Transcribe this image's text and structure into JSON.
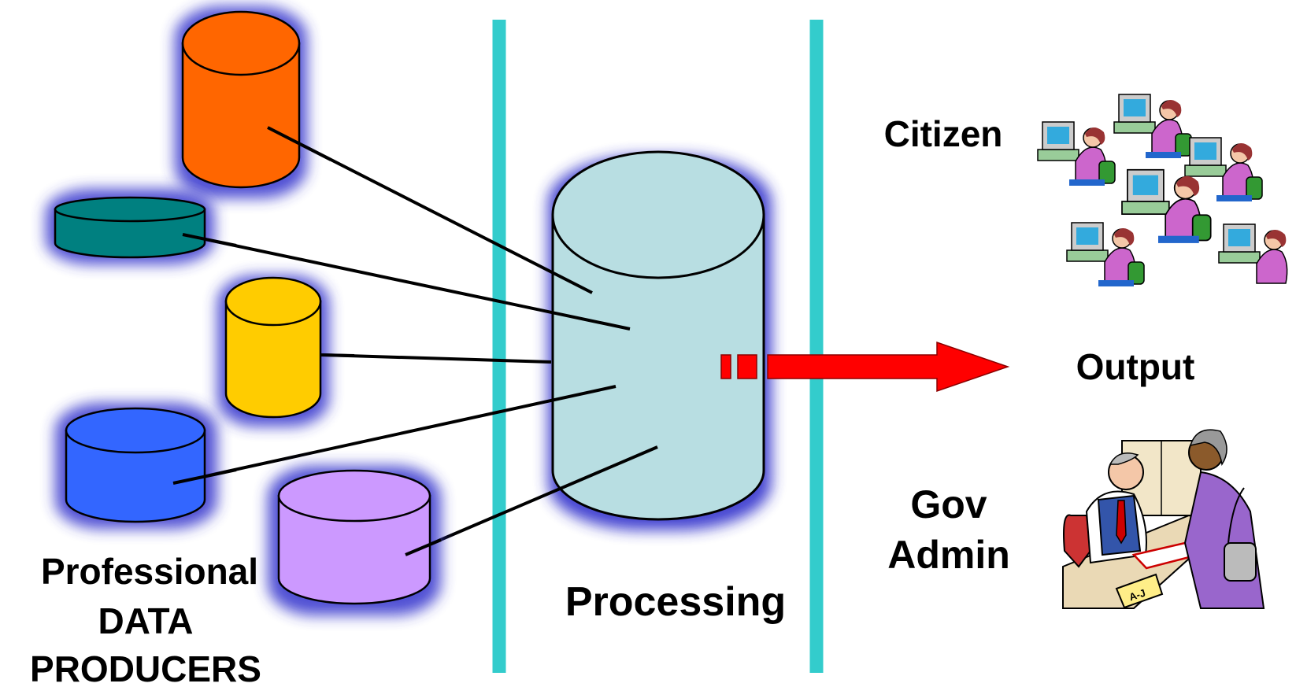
{
  "labels": {
    "producers_line1": "Professional",
    "producers_line2": "DATA",
    "producers_line3": "PRODUCERS",
    "processing": "Processing",
    "citizen": "Citizen",
    "output": "Output",
    "gov_line1": "Gov",
    "gov_line2": "Admin"
  },
  "colors": {
    "divider": "#33CCCC",
    "arrow": "#FF0000",
    "glow": "#3333CC",
    "db_orange": "#FF6600",
    "db_teal": "#008080",
    "db_yellow": "#FFCC00",
    "db_blue": "#3366FF",
    "db_purple": "#CC99FF",
    "db_processing": "#B8DEE2"
  },
  "icons": {
    "citizen_clipart": "people-at-computers-icon",
    "gov_admin_clipart": "clerk-at-desk-icon"
  }
}
